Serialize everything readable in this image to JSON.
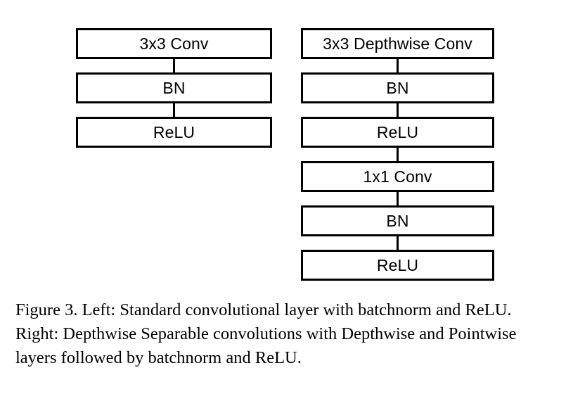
{
  "figure": {
    "background_color": "#ffffff",
    "line_color": "#000000",
    "columns": [
      {
        "id": "left",
        "side_label": "Left",
        "description": "Standard convolutional layer",
        "nodes": [
          {
            "label": "3x3 Conv"
          },
          {
            "label": "BN"
          },
          {
            "label": "ReLU"
          }
        ]
      },
      {
        "id": "right",
        "side_label": "Right",
        "description": "Depthwise Separable convolution",
        "nodes": [
          {
            "label": "3x3 Depthwise Conv"
          },
          {
            "label": "BN"
          },
          {
            "label": "ReLU"
          },
          {
            "label": "1x1 Conv"
          },
          {
            "label": "BN"
          },
          {
            "label": "ReLU"
          }
        ]
      }
    ]
  },
  "caption": {
    "text": "Figure 3. Left: Standard convolutional layer with batchnorm and ReLU. Right: Depthwise Separable convolutions with Depthwise and Pointwise layers followed by batchnorm and ReLU.",
    "figure_number": "Figure 3."
  }
}
